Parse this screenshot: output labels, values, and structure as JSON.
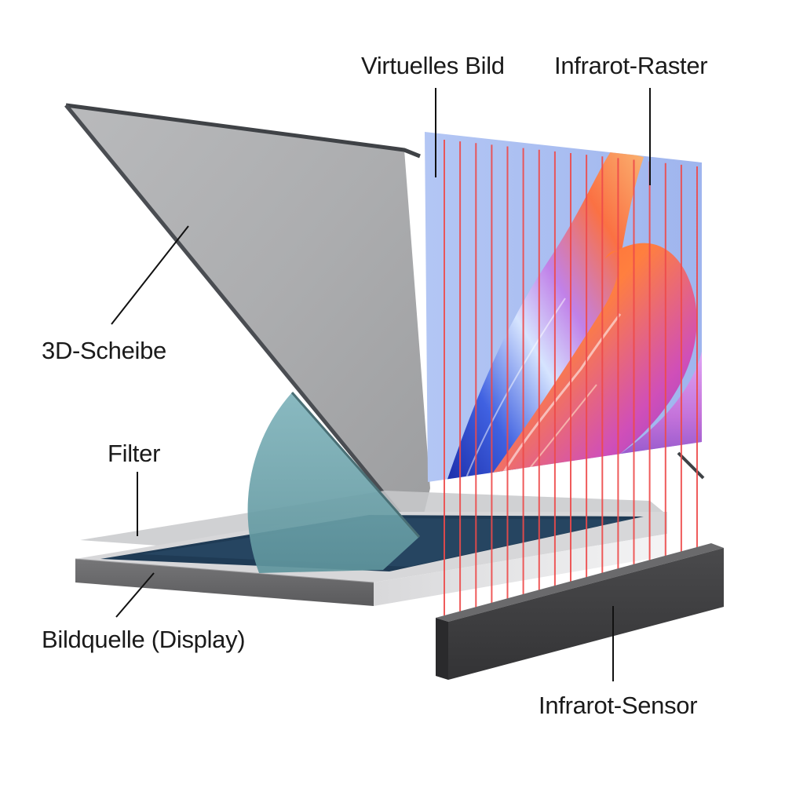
{
  "labels": {
    "virtual_image": "Virtuelles Bild",
    "ir_grid": "Infrarot-Raster",
    "panel_3d": "3D-Scheibe",
    "filter": "Filter",
    "image_source": "Bildquelle (Display)",
    "ir_sensor": "Infrarot-Sensor"
  },
  "ir_beam_count": 17,
  "colors": {
    "ir_beam": "#ee4a4a",
    "glass_panel": "#aeafb1",
    "glass_edge": "#4a4d52",
    "teal_reflection": "#6fa3ab",
    "display_base": "#6b6b6d",
    "sensor_bar": "#3b3b3d",
    "virtual_image_bg": "#a9bff2"
  }
}
